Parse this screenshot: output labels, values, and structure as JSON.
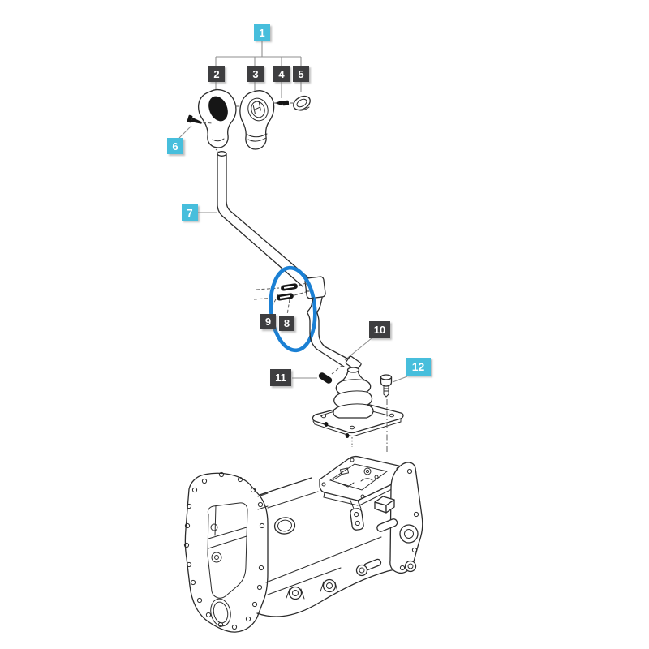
{
  "colors": {
    "callout_cyan": "#47BEDC",
    "callout_dark": "#3E3E40",
    "highlight_blue": "#1B80D4",
    "leader_gray": "#8F8F8F",
    "drawing_ink": "#2B2B2B",
    "bg": "#FFFFFF"
  },
  "callouts": [
    {
      "num": "1",
      "variant": "cyan"
    },
    {
      "num": "2",
      "variant": "dark"
    },
    {
      "num": "3",
      "variant": "dark"
    },
    {
      "num": "4",
      "variant": "dark"
    },
    {
      "num": "5",
      "variant": "dark"
    },
    {
      "num": "6",
      "variant": "cyan"
    },
    {
      "num": "7",
      "variant": "cyan"
    },
    {
      "num": "8",
      "variant": "dark"
    },
    {
      "num": "9",
      "variant": "dark"
    },
    {
      "num": "10",
      "variant": "dark"
    },
    {
      "num": "11",
      "variant": "dark"
    },
    {
      "num": "12",
      "variant": "cyan"
    }
  ]
}
